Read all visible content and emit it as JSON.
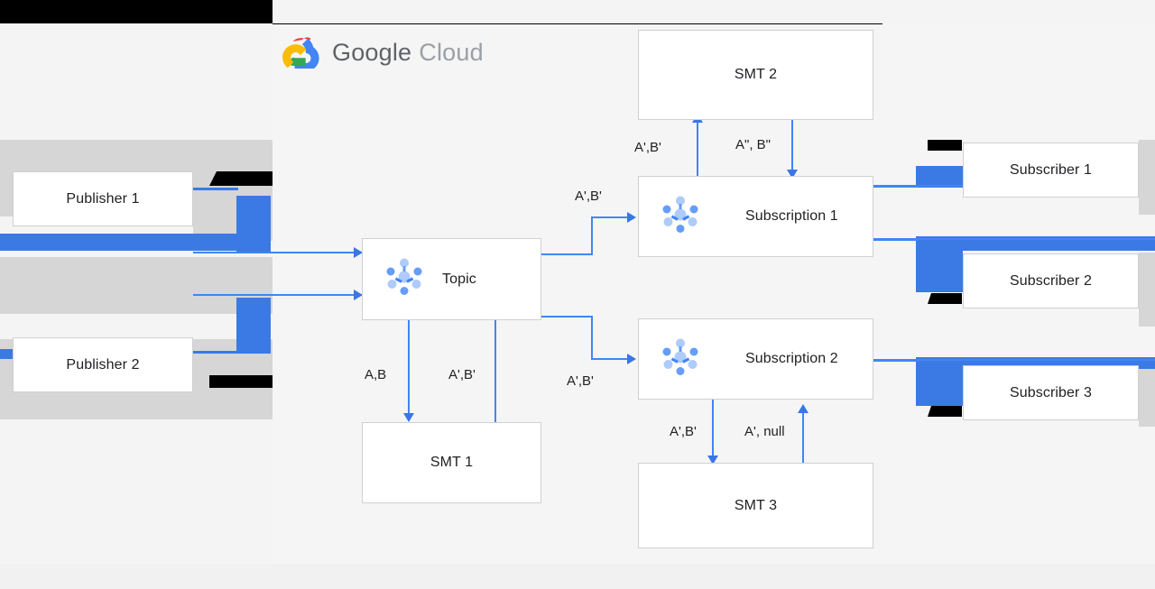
{
  "brand": {
    "logo_icon": "google-cloud-logo-icon",
    "name_part1": "Google",
    "name_part2": "Cloud",
    "accent_blue": "#4285f4",
    "icon_blue_light": "#aecbfa",
    "icon_blue_mid": "#669df6",
    "text_grey": "#5f6368"
  },
  "nodes": {
    "publisher1": {
      "label": "Publisher 1",
      "icon": null
    },
    "publisher2": {
      "label": "Publisher 2",
      "icon": null
    },
    "topic": {
      "label": "Topic",
      "icon": "pubsub-topic-icon"
    },
    "smt1": {
      "label": "SMT 1",
      "icon": null
    },
    "smt2": {
      "label": "SMT 2",
      "icon": null
    },
    "smt3": {
      "label": "SMT 3",
      "icon": null
    },
    "subscription1": {
      "label": "Subscription 1",
      "icon": "pubsub-subscription-icon"
    },
    "subscription2": {
      "label": "Subscription 2",
      "icon": "pubsub-subscription-icon"
    },
    "subscriber1": {
      "label": "Subscriber 1",
      "icon": null
    },
    "subscriber2": {
      "label": "Subscriber 2",
      "icon": null
    },
    "subscriber3": {
      "label": "Subscriber 3",
      "icon": null
    }
  },
  "edges": [
    {
      "id": "pub1-topic",
      "label": "",
      "from": "publisher1",
      "to": "topic"
    },
    {
      "id": "pub2-topic",
      "label": "",
      "from": "publisher2",
      "to": "topic"
    },
    {
      "id": "topic-smt1",
      "label": "A,B",
      "from": "topic",
      "to": "smt1"
    },
    {
      "id": "smt1-topic",
      "label": "A',B'",
      "from": "smt1",
      "to": "topic"
    },
    {
      "id": "topic-sub1",
      "label": "A',B'",
      "from": "topic",
      "to": "subscription1"
    },
    {
      "id": "topic-sub2",
      "label": "A',B'",
      "from": "topic",
      "to": "subscription2"
    },
    {
      "id": "sub1-smt2",
      "label": "A',B'",
      "from": "subscription1",
      "to": "smt2"
    },
    {
      "id": "smt2-sub1",
      "label": "A\", B\"",
      "from": "smt2",
      "to": "subscription1"
    },
    {
      "id": "sub2-smt3",
      "label": "A',B'",
      "from": "subscription2",
      "to": "smt3"
    },
    {
      "id": "smt3-sub2",
      "label": "A', null",
      "from": "smt3",
      "to": "subscription2"
    },
    {
      "id": "sub1-subscriber1",
      "label": "",
      "from": "subscription1",
      "to": "subscriber1"
    },
    {
      "id": "sub1-subscriber2",
      "label": "",
      "from": "subscription1",
      "to": "subscriber2"
    },
    {
      "id": "sub2-subscriber3",
      "label": "",
      "from": "subscription2",
      "to": "subscriber3"
    }
  ]
}
